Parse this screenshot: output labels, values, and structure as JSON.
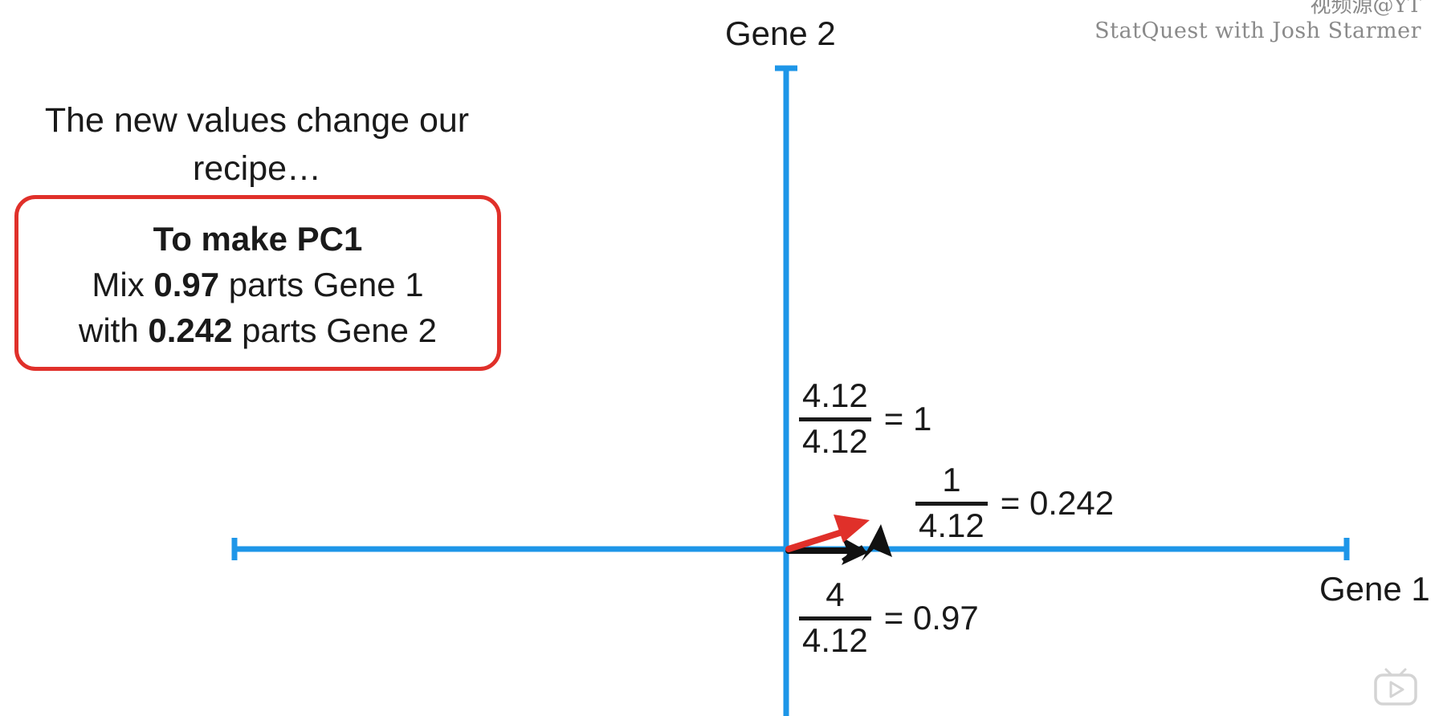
{
  "watermark": {
    "source": "视频源@YT",
    "channel": "StatQuest with Josh Starmer"
  },
  "axes": {
    "x_label": "Gene 1",
    "y_label": "Gene 2",
    "color": "#1e96e8"
  },
  "intro_text": "The new values change our recipe…",
  "recipe": {
    "title": "To make PC1",
    "line1_prefix": "Mix",
    "line1_value": "0.97",
    "line1_suffix": "parts Gene 1",
    "line2_prefix": "with",
    "line2_value": "0.242",
    "line2_suffix": "parts Gene 2",
    "border_color": "#e0302a"
  },
  "fractions": {
    "gene2_hyp": {
      "numerator": "4.12",
      "denominator": "4.12",
      "result": "= 1"
    },
    "gene2_component": {
      "numerator": "1",
      "denominator": "4.12",
      "result": "= 0.242"
    },
    "gene1_component": {
      "numerator": "4",
      "denominator": "4.12",
      "result": "= 0.97"
    }
  },
  "vectors": {
    "unit_vector_color": "#e0302a",
    "component_color": "#111111"
  },
  "player": {
    "icon": "play-icon"
  }
}
